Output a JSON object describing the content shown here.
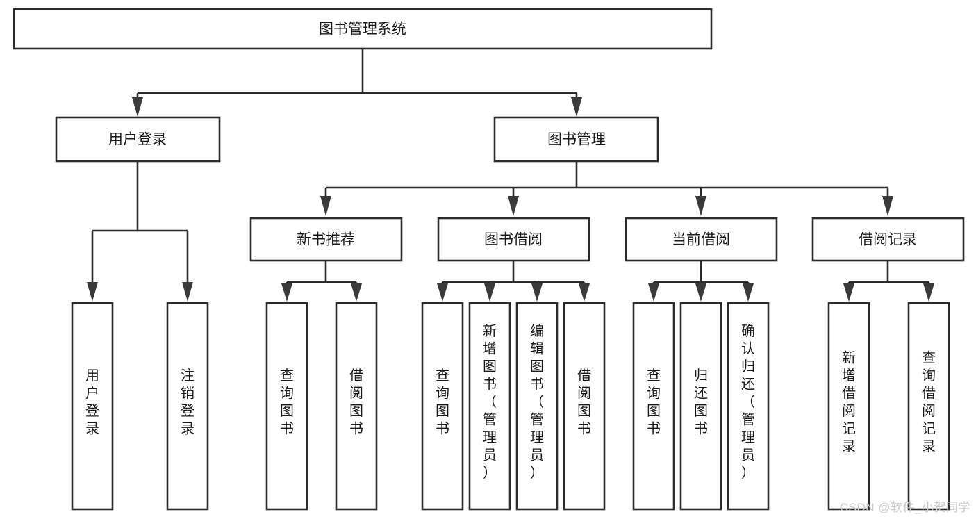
{
  "diagram": {
    "title": "图书管理系统",
    "type": "hierarchy-tree",
    "orientation": "top-down",
    "colors": {
      "box_stroke": "#2b2b2b",
      "box_fill": "#ffffff",
      "connector": "#2b2b2b",
      "arrow": "#3a3a3a",
      "text": "#1a1a1a",
      "background": "#ffffff",
      "watermark": "#c9c9c9"
    },
    "root": {
      "id": "root",
      "label": "图书管理系统",
      "level": 0
    },
    "level2": [
      {
        "id": "user-login",
        "label": "用户登录",
        "level": 1
      },
      {
        "id": "book-manage",
        "label": "图书管理",
        "level": 1
      }
    ],
    "level3": [
      {
        "id": "new-book-rec",
        "label": "新书推荐",
        "level": 2,
        "parent": "book-manage"
      },
      {
        "id": "book-borrow",
        "label": "图书借阅",
        "level": 2,
        "parent": "book-manage"
      },
      {
        "id": "current-borrow",
        "label": "当前借阅",
        "level": 2,
        "parent": "book-manage"
      },
      {
        "id": "borrow-record",
        "label": "借阅记录",
        "level": 2,
        "parent": "book-manage"
      }
    ],
    "leaves": [
      {
        "id": "leaf-user-login",
        "label": "用户登录",
        "parent": "user-login"
      },
      {
        "id": "leaf-logout-login",
        "label": "注销登录",
        "parent": "user-login"
      },
      {
        "id": "leaf-query-book-rec",
        "label": "查询图书",
        "parent": "new-book-rec"
      },
      {
        "id": "leaf-borrow-book-rec",
        "label": "借阅图书",
        "parent": "new-book-rec"
      },
      {
        "id": "leaf-query-book-borrow",
        "label": "查询图书",
        "parent": "book-borrow"
      },
      {
        "id": "leaf-add-book-admin",
        "label": "新增图书（管理员）",
        "parent": "book-borrow"
      },
      {
        "id": "leaf-edit-book-admin",
        "label": "编辑图书（管理员）",
        "parent": "book-borrow"
      },
      {
        "id": "leaf-borrow-book",
        "label": "借阅图书",
        "parent": "book-borrow"
      },
      {
        "id": "leaf-query-book-current",
        "label": "查询图书",
        "parent": "current-borrow"
      },
      {
        "id": "leaf-return-book",
        "label": "归还图书",
        "parent": "current-borrow"
      },
      {
        "id": "leaf-confirm-return-admin",
        "label": "确认归还（管理员）",
        "parent": "current-borrow"
      },
      {
        "id": "leaf-add-borrow-record",
        "label": "新增借阅记录",
        "parent": "borrow-record"
      },
      {
        "id": "leaf-query-borrow-record",
        "label": "查询借阅记录",
        "parent": "borrow-record"
      }
    ]
  },
  "watermark": {
    "text": "CSDN @软件_小贺同学"
  }
}
